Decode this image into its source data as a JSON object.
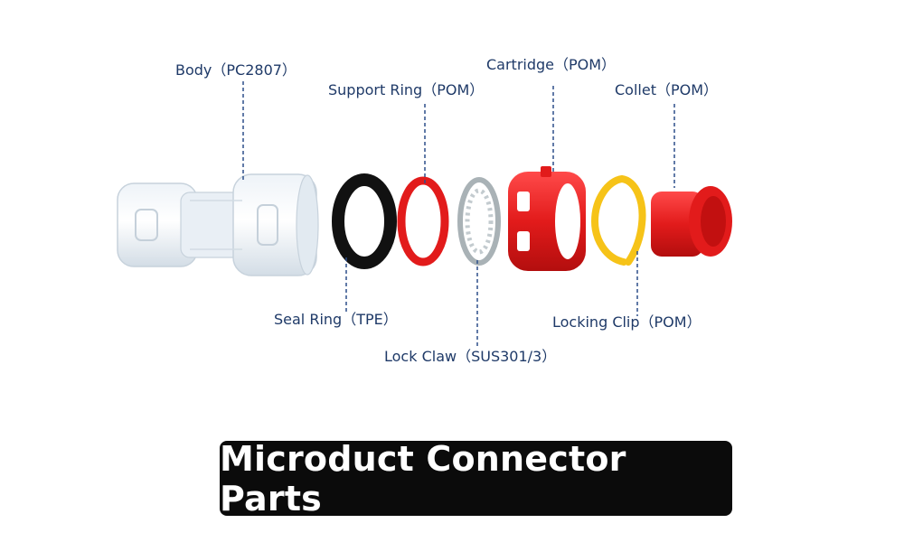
{
  "title": "Microduct Connector Parts",
  "colors": {
    "label_text": "#1f3a68",
    "leader_line": "#2d4f8a",
    "red_part": "#e21b1b",
    "black_part": "#111111",
    "yellow_part": "#f6c318",
    "steel_part": "#a9b2b6",
    "clear_part": "#dde6ee",
    "banner_bg": "#0b0b0b",
    "banner_text": "#ffffff"
  },
  "parts": [
    {
      "id": "body",
      "label": "Body（PC2807）"
    },
    {
      "id": "support-ring",
      "label": "Support Ring（POM）"
    },
    {
      "id": "cartridge",
      "label": "Cartridge（POM）"
    },
    {
      "id": "collet",
      "label": "Collet（POM）"
    },
    {
      "id": "seal-ring",
      "label": "Seal Ring（TPE）"
    },
    {
      "id": "lock-claw",
      "label": "Lock Claw（SUS301/3）"
    },
    {
      "id": "locking-clip",
      "label": "Locking Clip（POM）"
    }
  ]
}
